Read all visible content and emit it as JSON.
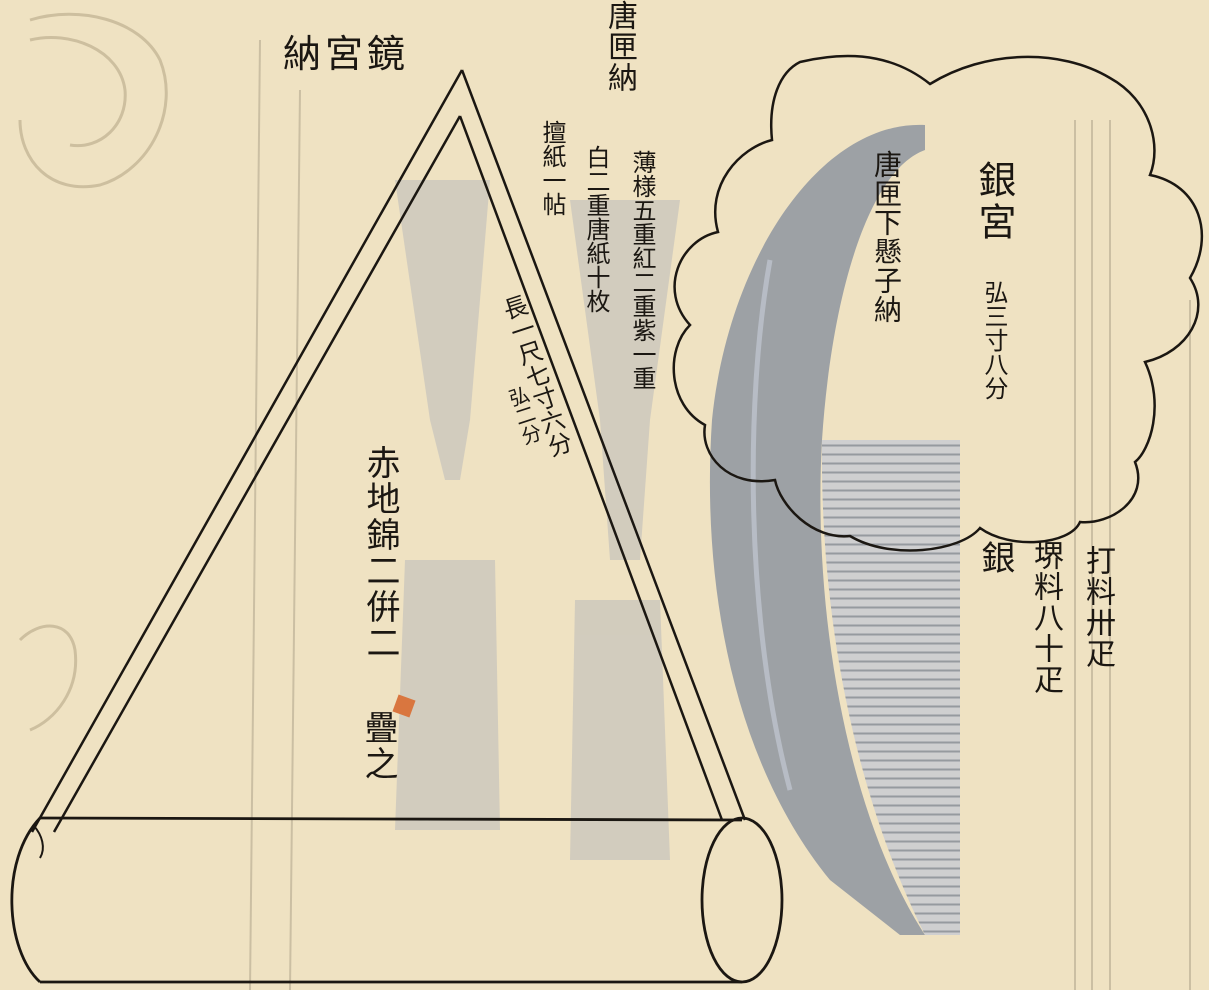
{
  "labels": {
    "mirror_case": "納宮鏡",
    "comb_case": "唐匣納",
    "paper_wrap": "擅紙一帖",
    "colors_line1": "薄様五重紅二重紫一重",
    "colors_line2": "白二重唐紙十枚",
    "length": "長一尺七寸六分",
    "width": "弘二分",
    "cloth_line1": "赤地錦二倂二",
    "cloth_line2": "疊之",
    "silver_case": "銀宮",
    "silver_width": "弘三寸八分",
    "comb_note": "唐匣下懸子納",
    "silver": "銀",
    "hammer_fee": "打料卅疋",
    "engrave_fee": "堺料八十疋"
  },
  "colors": {
    "paper": "#efe2c2",
    "ink": "#1b1712",
    "bleed": "#c9c2b0",
    "comb_gray": "#8e95a0",
    "seal": "#d9763f"
  }
}
